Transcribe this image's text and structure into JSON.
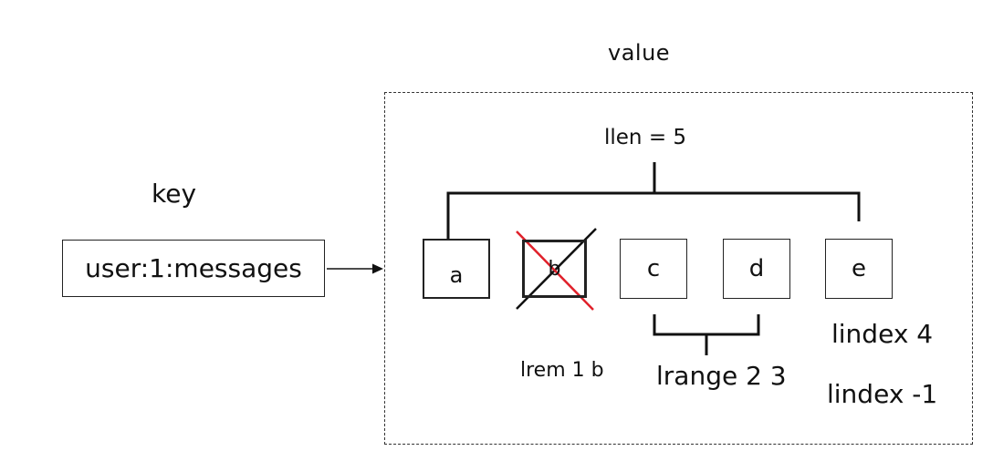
{
  "value_label": "value",
  "key_label": "key",
  "key_text": "user:1:messages",
  "cells": [
    "a",
    "b",
    "c",
    "d",
    "e"
  ],
  "llen_label": "llen = 5",
  "lrem_label": "lrem 1 b",
  "lrange_label": "lrange 2 3",
  "lindex_pos_label": "lindex 4",
  "lindex_neg_label": "lindex -1",
  "colors": {
    "strike": "#e0202a",
    "line": "#111111"
  }
}
